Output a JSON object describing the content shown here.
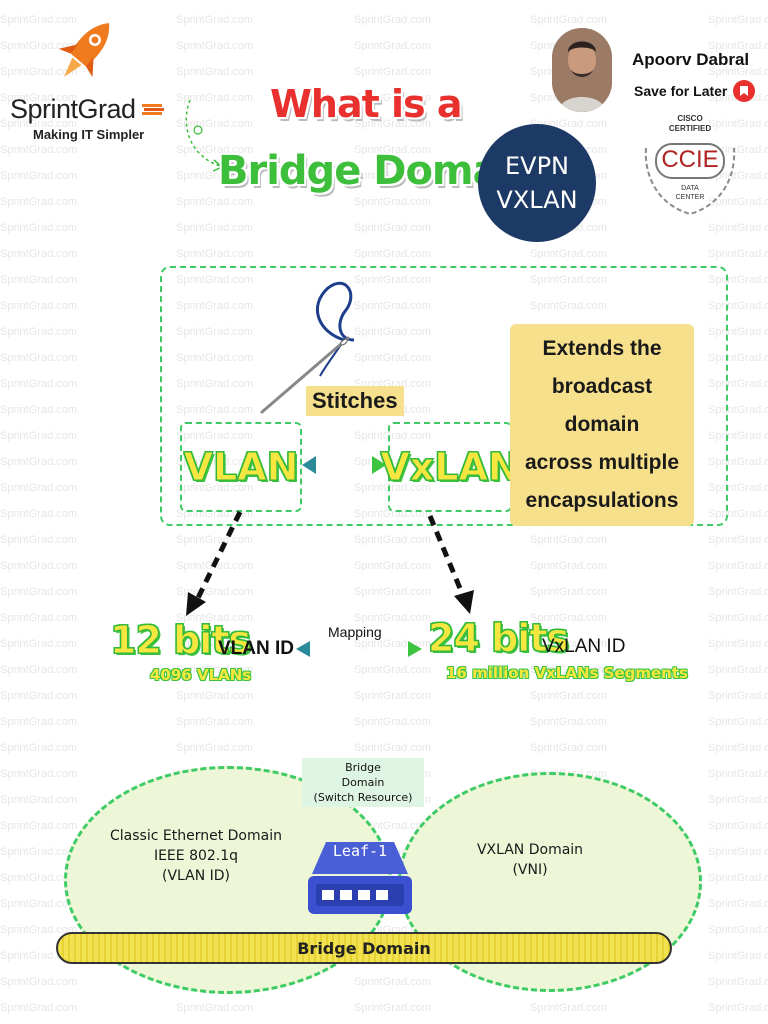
{
  "watermark": "SprintGrad.com",
  "brand": {
    "name": "SprintGrad",
    "tagline": "Making IT Simpler",
    "colors": {
      "rocket": "#f07a1e",
      "title_red": "#e8312f",
      "title_green": "#3dbf3b",
      "navy": "#1d3a66"
    }
  },
  "title": {
    "line1": "What is a",
    "line2": "Bridge Domain"
  },
  "badge": {
    "line1": "EVPN",
    "line2": "VXLAN"
  },
  "author": {
    "name": "Apoorv Dabral",
    "save": "Save for Later"
  },
  "cert": {
    "top": "CISCO",
    "mid": "CERTIFIED",
    "name": "CCIE",
    "sub1": "DATA",
    "sub2": "CENTER"
  },
  "concept": {
    "stitch_label": "Stitches",
    "left_box": "VLAN",
    "right_box": "VxLAN",
    "description": [
      "Extends the",
      "broadcast domain",
      "across multiple",
      "encapsulations"
    ]
  },
  "mapping": {
    "label": "Mapping",
    "left": {
      "bits": "12 bits",
      "id": "VLAN ID",
      "count": "4096 VLANs"
    },
    "right": {
      "bits": "24 bits",
      "id": "VxLAN ID",
      "count": "16 million VxLANs Segments"
    }
  },
  "domains": {
    "bridge_resource": [
      "Bridge",
      "Domain",
      "(Switch Resource)"
    ],
    "left": [
      "Classic Ethernet Domain",
      "IEEE 802.1q",
      "(VLAN ID)"
    ],
    "right": [
      "VXLAN Domain",
      "(VNI)"
    ],
    "switch_label": "Leaf-1",
    "bar_label": "Bridge Domain"
  }
}
